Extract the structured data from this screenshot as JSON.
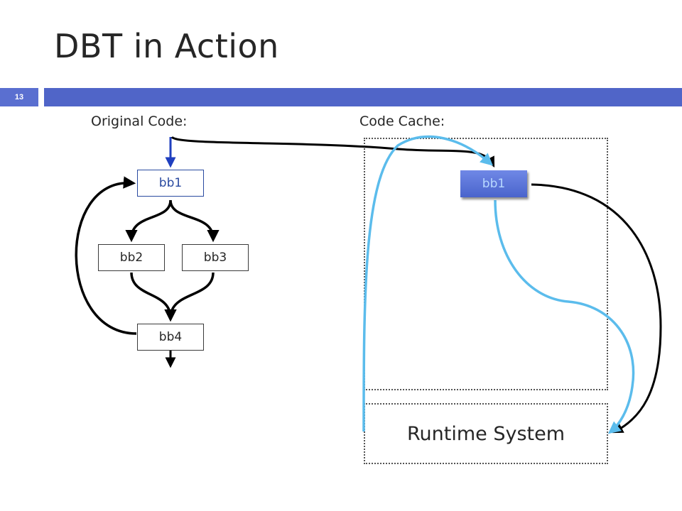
{
  "slide": {
    "title": "DBT in Action",
    "number": "13",
    "accent_color": "#5065c8"
  },
  "diagram": {
    "original_code_label": "Original Code:",
    "code_cache_label": "Code Cache:",
    "blocks": {
      "bb1": "bb1",
      "bb2": "bb2",
      "bb3": "bb3",
      "bb4": "bb4",
      "cached_bb1": "bb1"
    },
    "runtime_label": "Runtime System",
    "edge_colors": {
      "control_flow": "#000000",
      "translation": "#5bbcec",
      "entry": "#1f3fbf"
    }
  }
}
